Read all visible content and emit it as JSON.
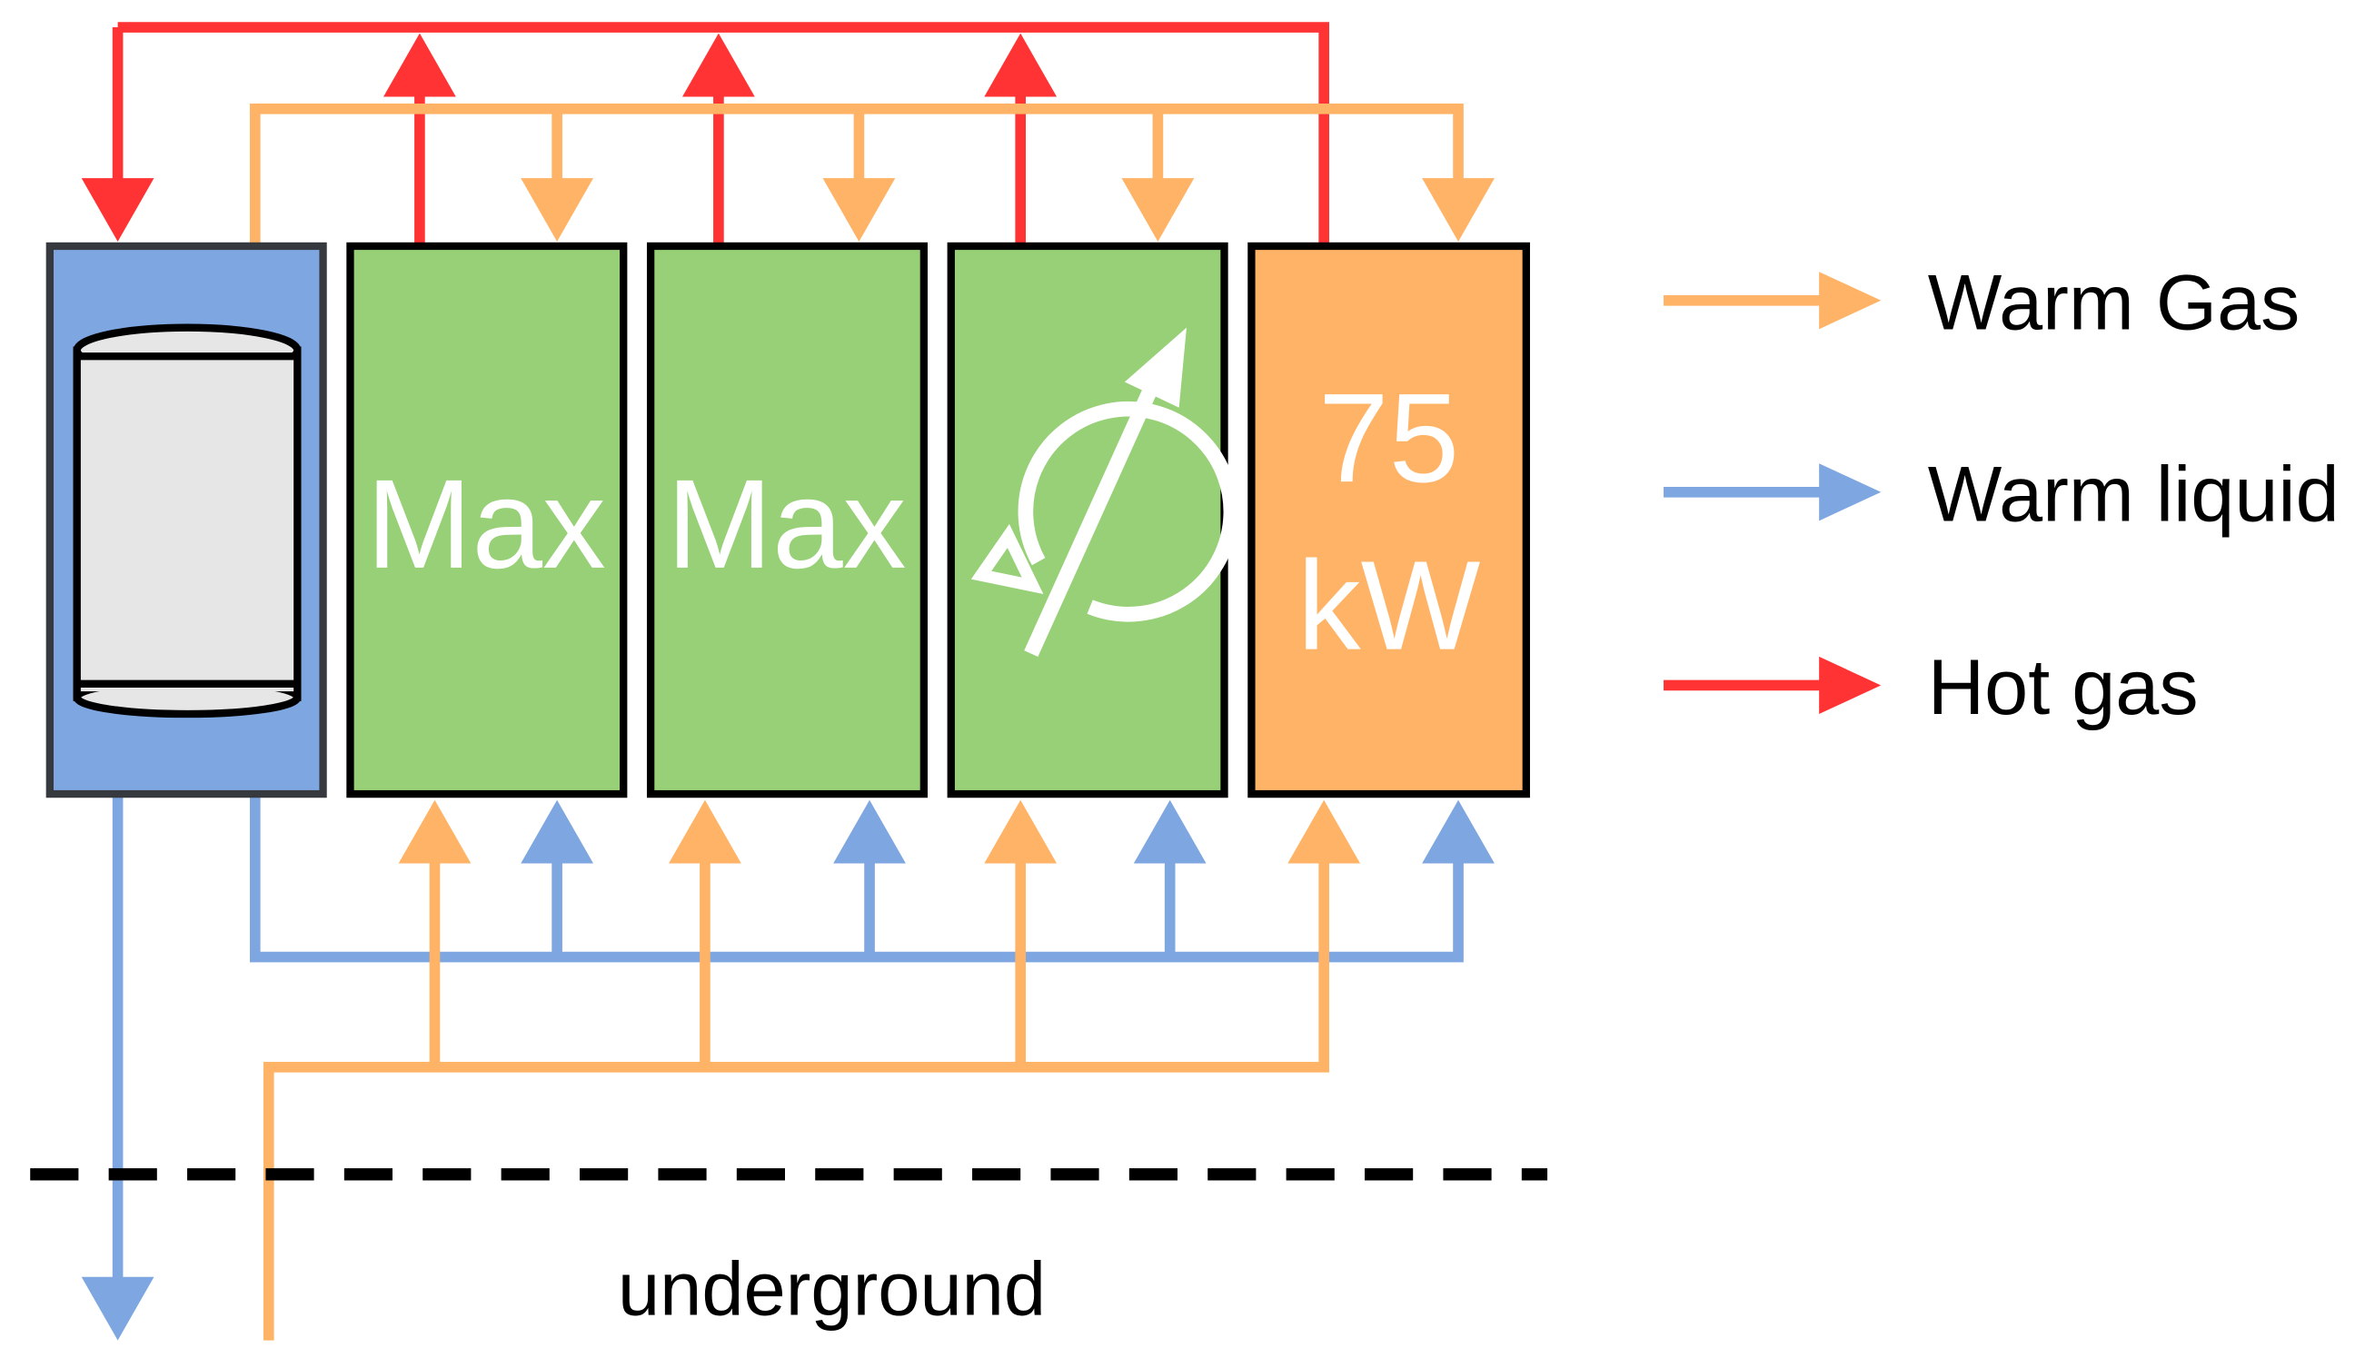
{
  "colors": {
    "warm_gas": "#FFB366",
    "warm_liquid": "#7EA6E0",
    "hot_gas": "#FF3333",
    "tank_box": "#7EA6E0",
    "tank_body": "#E6E6E6",
    "compressor_box": "#97D077",
    "heater_box": "#FFB366",
    "box_text": "#FFFFFF",
    "line_text": "#000000"
  },
  "components": {
    "tank": {
      "name": "receiver tank"
    },
    "compressor_1": {
      "label": "Max"
    },
    "compressor_2": {
      "label": "Max"
    },
    "compressor_3": {
      "icon": "variable-speed-icon"
    },
    "heater": {
      "label_line1": "75",
      "label_line2": "kW"
    }
  },
  "legend": {
    "warm_gas": "Warm Gas",
    "warm_liquid": "Warm liquid",
    "hot_gas": "Hot gas"
  },
  "ground": {
    "label": "underground"
  }
}
